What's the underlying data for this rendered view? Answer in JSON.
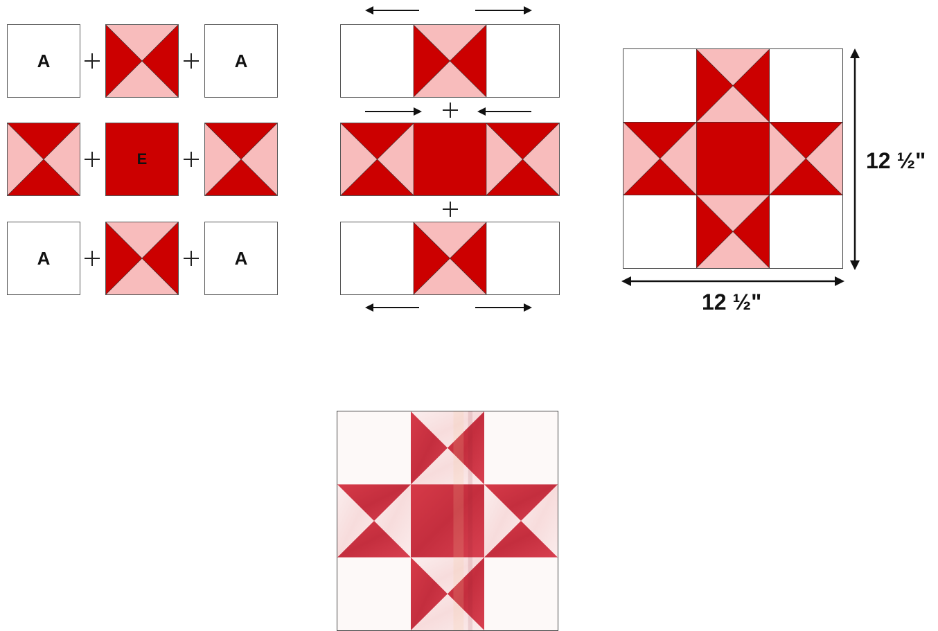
{
  "colors": {
    "red": "#cc0000",
    "pink": "#f8bcbc",
    "white": "#ffffff",
    "outline": "#555555"
  },
  "units": {
    "a_label": "A",
    "e_label": "E"
  },
  "operators": {
    "plus": "+"
  },
  "dimensions": {
    "height_label": "12 ½\"",
    "width_label": "12 ½\""
  }
}
